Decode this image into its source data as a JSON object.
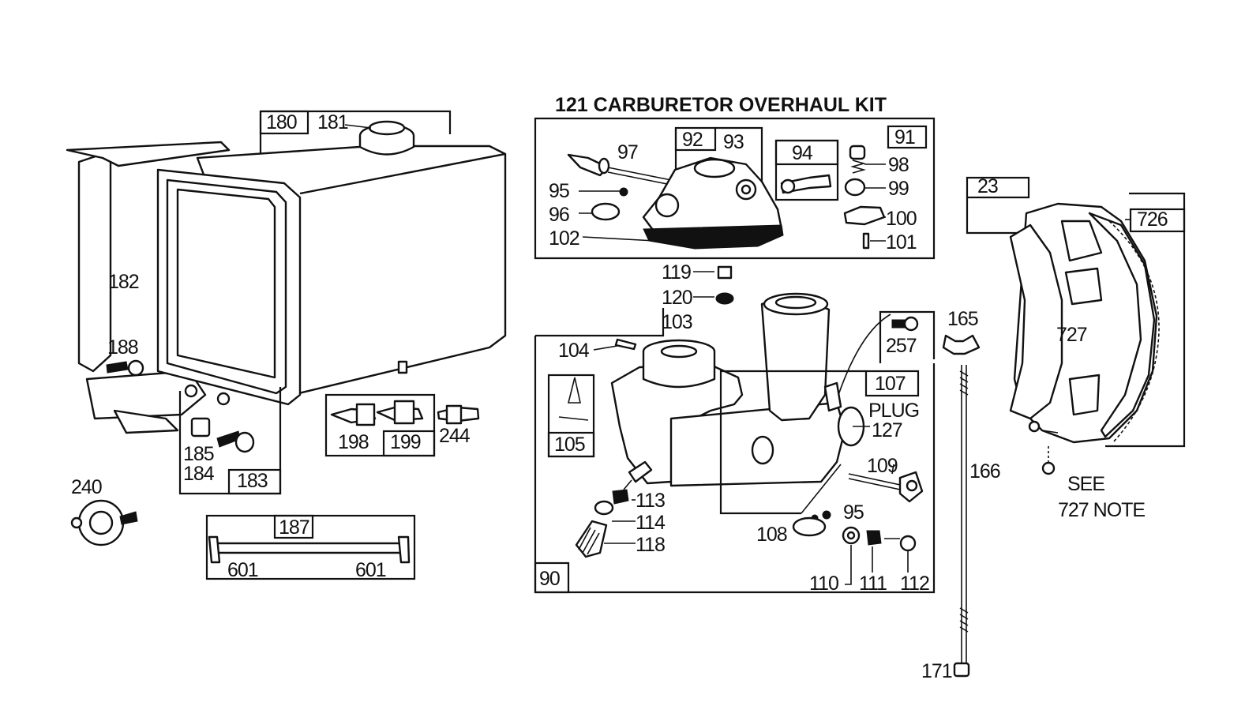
{
  "title": "121 CARBURETOR OVERHAUL KIT",
  "labels": {
    "l180": "180",
    "l181": "181",
    "l182": "182",
    "l188": "188",
    "l185": "185",
    "l184": "184",
    "l183": "183",
    "l240": "240",
    "l187": "187",
    "l601a": "601",
    "l601b": "601",
    "l198": "198",
    "l199": "199",
    "l244": "244",
    "l91": "91",
    "l92": "92",
    "l93": "93",
    "l94": "94",
    "l97": "97",
    "l95a": "95",
    "l96": "96",
    "l102": "102",
    "l98": "98",
    "l99": "99",
    "l100": "100",
    "l101": "101",
    "l119": "119",
    "l120": "120",
    "l103": "103",
    "l104": "104",
    "l105": "105",
    "l257": "257",
    "l107": "107",
    "plug": "PLUG",
    "l127": "127",
    "l109": "109",
    "l95b": "95",
    "l108": "108",
    "l113": "113",
    "l114": "114",
    "l118": "118",
    "l110": "110",
    "l111": "111",
    "l112": "112",
    "l90": "90",
    "l165": "165",
    "l166": "166",
    "l171": "171",
    "l23": "23",
    "l726": "726",
    "l727": "727",
    "see": "SEE",
    "note": "727 NOTE"
  }
}
